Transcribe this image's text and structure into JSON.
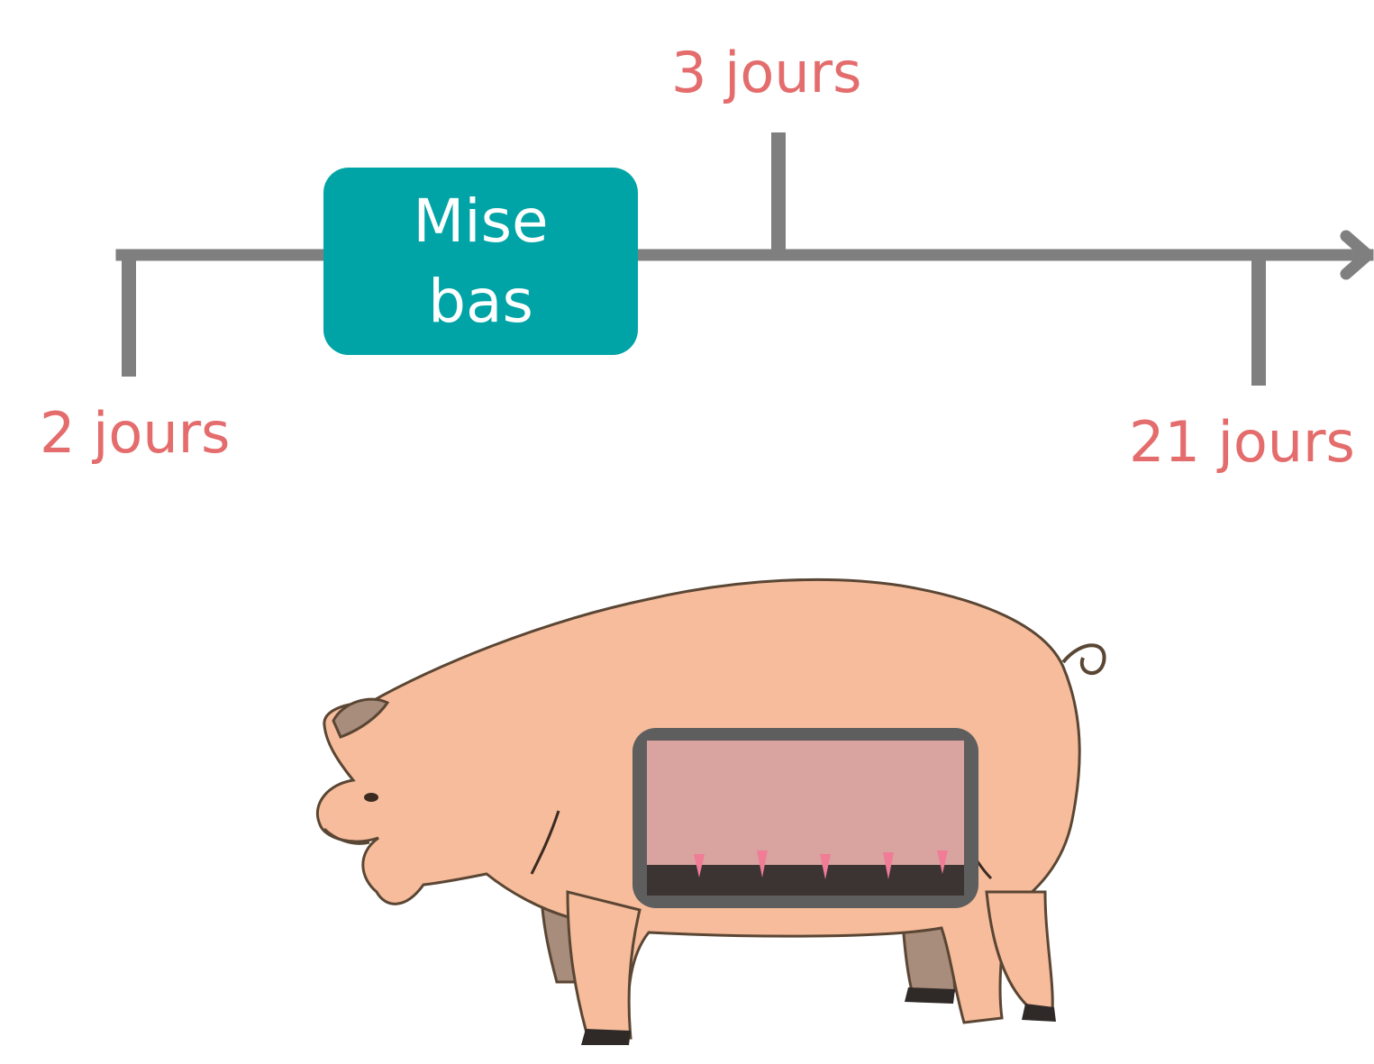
{
  "colors": {
    "axis": "#7f7f7f",
    "label": "#e46c6c",
    "event_fill": "#00a4a6",
    "event_text": "#ffffff",
    "pig_skin": "#f6bc9b",
    "pig_outline": "#5a4634",
    "pig_shadow": "#a88c7c",
    "udder_skin": "#d9a3a0",
    "teat": "#f07c96",
    "phone_frame": "#5e5e5e"
  },
  "timeline": {
    "direction": "right-arrow",
    "markers": [
      {
        "label": "2 jours",
        "position": "below"
      },
      {
        "label": "3 jours",
        "position": "above"
      },
      {
        "label": "21 jours",
        "position": "below"
      }
    ],
    "event": {
      "lines": [
        "Mise",
        "bas"
      ]
    }
  },
  "illustration": {
    "subject": "pig-with-phone-showing-udder",
    "icon": "pig-icon"
  }
}
